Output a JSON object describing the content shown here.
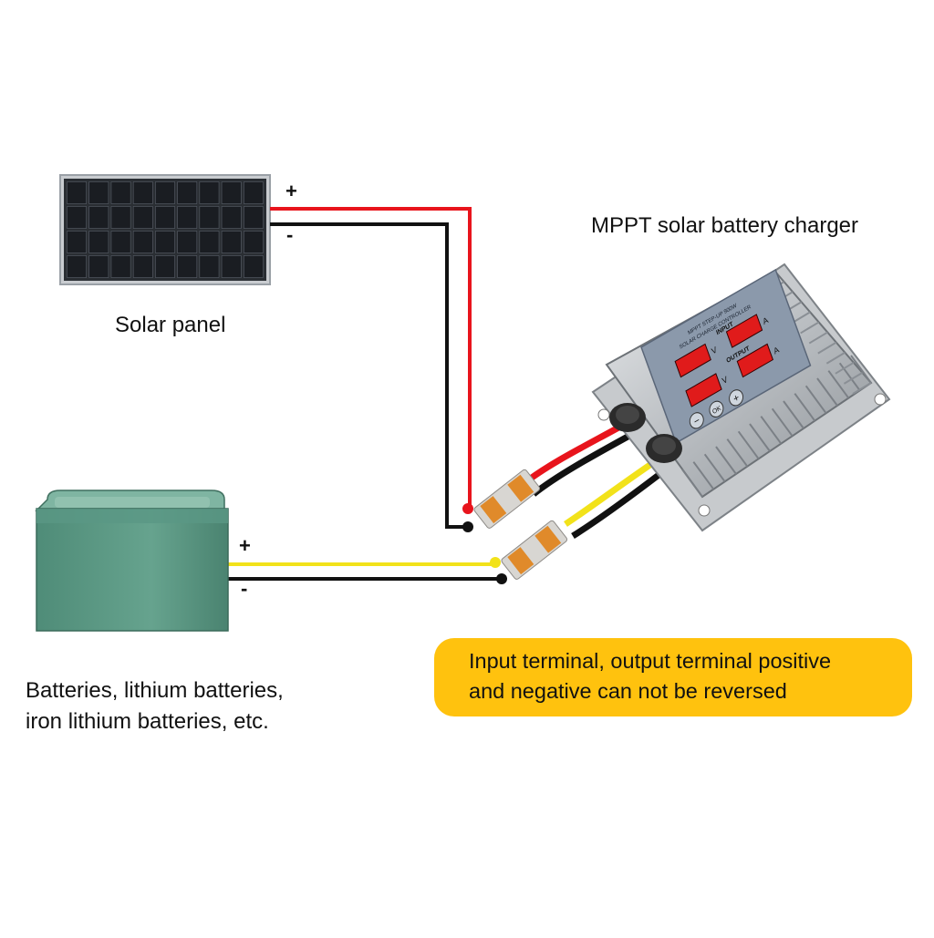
{
  "labels": {
    "solar_panel": "Solar panel",
    "mppt_title": "MPPT solar battery charger",
    "battery_line1": "Batteries, lithium batteries,",
    "battery_line2": "iron lithium batteries, etc."
  },
  "polarity": {
    "panel_positive": "+",
    "panel_negative": "-",
    "battery_positive": "+",
    "battery_negative": "-"
  },
  "warning": {
    "line1": "Input terminal, output terminal positive",
    "line2": "and negative can not be reversed"
  },
  "device_panel": {
    "text1": "MPPT STEP-UP 900W",
    "text2": "SOLAR CHARGE CONTROLLER",
    "input_label": "INPUT",
    "output_label": "OUTPUT",
    "unit_v": "V",
    "unit_a": "A",
    "btn_minus": "−",
    "btn_ok": "OK",
    "btn_plus": "+"
  },
  "colors": {
    "wire_red": "#e8141c",
    "wire_black": "#111111",
    "wire_yellow": "#f2e21a",
    "warning_bg": "#ffc20e",
    "battery_green": "#5e9a86",
    "panel_cell": "#1a1d22",
    "display_red": "#e01b1b"
  }
}
